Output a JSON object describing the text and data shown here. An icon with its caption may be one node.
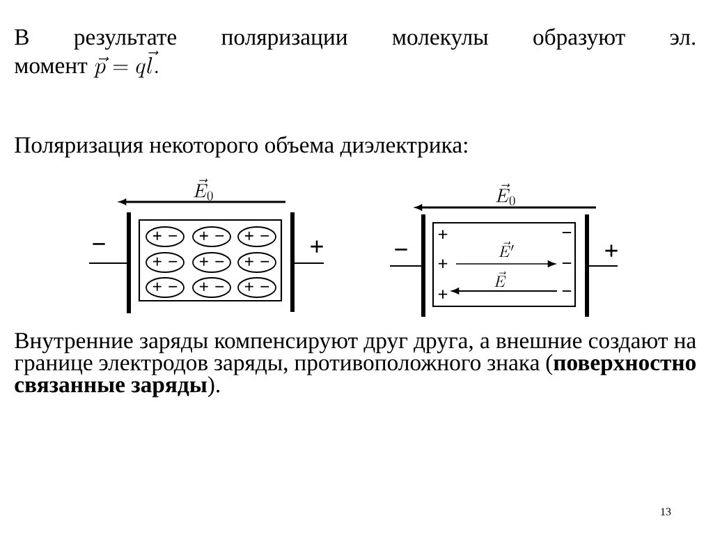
{
  "diagram": {
    "nodes": [
      {
        "text": [],
        "shape": "box"
      },
      {
        "text": [
          "+",
          "−"
        ],
        "in": 0
      },
      {
        "text": [
          "+",
          "−"
        ],
        "in": 0
      },
      {
        "text": [
          "+",
          "−"
        ],
        "in": 0
      },
      {
        "text": [
          "+",
          "−"
        ],
        "in": 0
      },
      {
        "text": [
          "+",
          "−"
        ],
        "in": 0
      },
      {
        "text": [
          "+",
          "−"
        ],
        "in": 0
      },
      {
        "text": [
          "+",
          "−"
        ],
        "in": 0
      },
      {
        "text": [
          "+",
          "−"
        ],
        "in": 0
      },
      {
        "text": [
          "+",
          "−"
        ],
        "in": 0
      },
      {
        "text": [],
        "shape": "box"
      }
    ],
    "labels": [
      "В результате поляризации молекулы образуют эл. момент",
      "\\vec{p}=q\\vec{l}.",
      "Поляризация некоторого объема диэлектрика:",
      "\\vec{E}_0",
      "−",
      "+",
      "\\vec{E}_0",
      "+",
      "−",
      "\\vec{E}'",
      "+",
      "−",
      "\\vec{E}",
      "+",
      "−",
      "−",
      "+",
      "Внутренние заряды компенсируют друг друга, а внешние создают на границе электродов заряды, противоположного знака (**поверхностно связанные заряды**).",
      "13"
    ]
  }
}
